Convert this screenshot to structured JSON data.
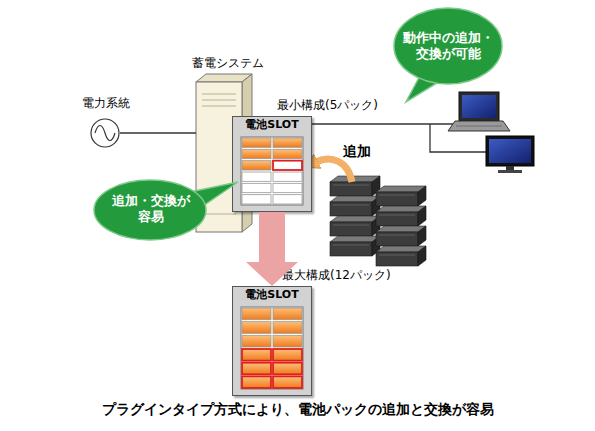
{
  "diagram": {
    "caption": "プラグインタイプ方式により、電池パックの追加と交換が容易",
    "nodes": [
      {
        "text": [
          "電力系統"
        ]
      },
      {
        "text": [
          "蓄電システム"
        ]
      },
      {
        "text": [
          "最小構成(5パック)",
          "電池SLOT"
        ]
      },
      {
        "text": [
          "最大構成(12パック)",
          "電池SLOT"
        ]
      },
      {
        "text": [
          "動作中の追加・交換が可能"
        ]
      },
      {
        "text": [
          "追加・交換が容易"
        ]
      }
    ],
    "edges": [
      {
        "from": 0,
        "to": 1,
        "arrow": "none"
      },
      {
        "from": 2,
        "to": 3,
        "arrow": "to"
      }
    ],
    "labels": [
      "追加"
    ]
  }
}
